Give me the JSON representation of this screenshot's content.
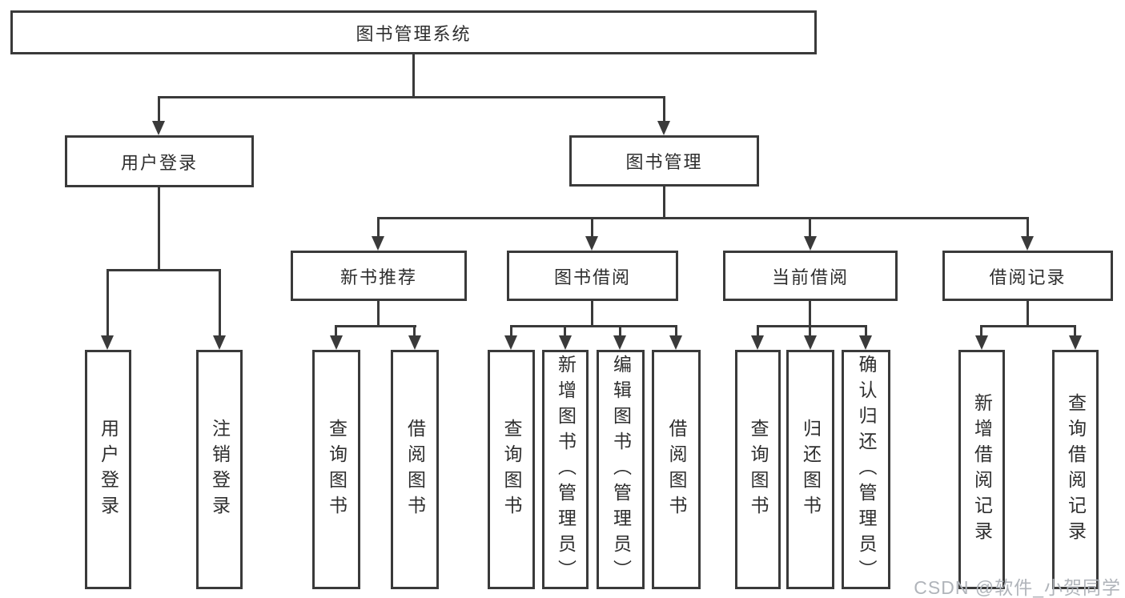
{
  "diagram": {
    "root": "图书管理系统",
    "user_branch": {
      "label": "用户登录",
      "children": [
        "用户登录",
        "注销登录"
      ]
    },
    "book_branch": {
      "label": "图书管理",
      "groups": [
        {
          "label": "新书推荐",
          "children": [
            "查询图书",
            "借阅图书"
          ]
        },
        {
          "label": "图书借阅",
          "children": [
            "查询图书",
            "新增图书（管理员）",
            "编辑图书（管理员）",
            "借阅图书"
          ]
        },
        {
          "label": "当前借阅",
          "children": [
            "查询图书",
            "归还图书",
            "确认归还（管理员）"
          ]
        },
        {
          "label": "借阅记录",
          "children": [
            "新增借阅记录",
            "查询借阅记录"
          ]
        }
      ]
    }
  },
  "watermark": "CSDN @软件_小贺同学",
  "colors": {
    "line": "#3a3a3a",
    "text": "#2e2e2e",
    "watermark": "#b0b4ba",
    "background": "#ffffff"
  }
}
